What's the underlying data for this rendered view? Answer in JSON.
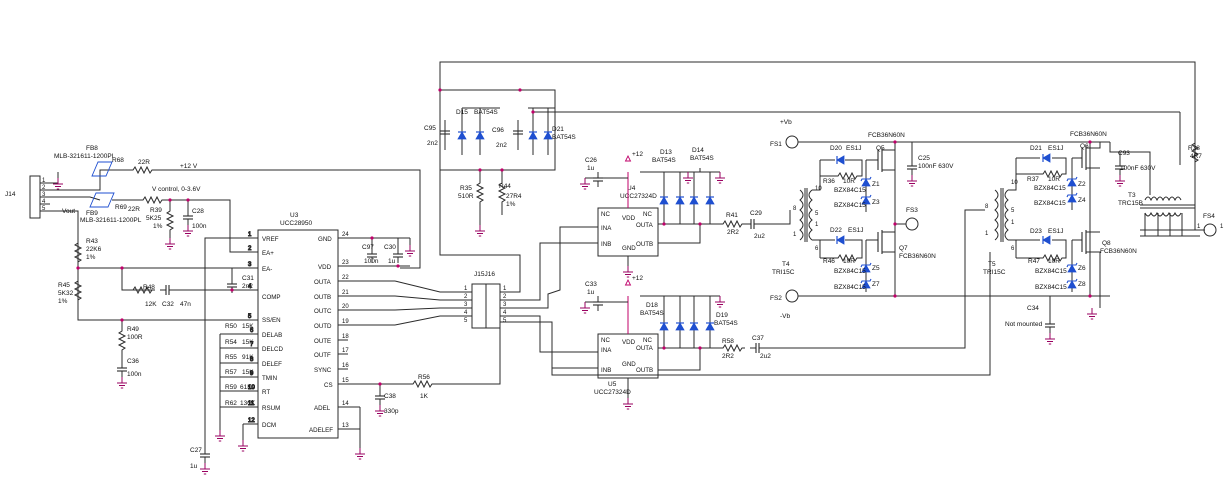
{
  "labels": {
    "J14": "J14",
    "FB8": "FB8",
    "FB8v": "MLB-321611-1200PL",
    "R68": "R68",
    "R68v": "22R",
    "p12_1": "+12 V",
    "FB9": "FB9",
    "FB9v": "MLB-321611-1200PL",
    "R69": "R69",
    "R69v": "22R",
    "vctrl": "V control, 0-3.6V",
    "vout": "Vout",
    "R39": "R39",
    "R39v": "5K25",
    "R39t": "1%",
    "C28": "C28",
    "C28v": "100n",
    "R43": "R43",
    "R43v": "22K6",
    "R43t": "1%",
    "R45": "R45",
    "R45v": "5K32",
    "R45t": "1%",
    "R48": "R48",
    "R48v": "12K",
    "C32": "C32",
    "C32v": "47n",
    "C31": "C31",
    "C31v": "2n2",
    "R49": "R49",
    "R49v": "100R",
    "C36": "C36",
    "C36v": "100n",
    "C27": "C27",
    "C27v": "1u",
    "U3": "U3",
    "U3v": "UCC28950",
    "u3_vref": "VREF",
    "u3_eap": "EA+",
    "u3_ean": "EA-",
    "u3_comp": "COMP",
    "u3_ss": "SS/EN",
    "u3_delab": "DELAB",
    "u3_delcd": "DELCD",
    "u3_delef": "DELEF",
    "u3_tmin": "TMIN",
    "u3_rt": "RT",
    "u3_rsum": "RSUM",
    "u3_dcm": "DCM",
    "u3_gnd": "GND",
    "u3_vdd": "VDD",
    "u3_outa": "OUTA",
    "u3_outb": "OUTB",
    "u3_outc": "OUTC",
    "u3_outd": "OUTD",
    "u3_oute": "OUTE",
    "u3_outf": "OUTF",
    "u3_sync": "SYNC",
    "u3_cs": "CS",
    "u3_adel": "ADEL",
    "u3_adelef": "ADELEF",
    "R50": "R50",
    "R50v": "15K",
    "R54": "R54",
    "R54v": "15K",
    "R55": "R55",
    "R55v": "91K",
    "R57": "R57",
    "R57v": "15K",
    "R59": "R59",
    "R59v": "61K9",
    "R62": "R62",
    "R62v": "130K",
    "C97": "C97",
    "C97v": "100n",
    "C30": "C30",
    "C30v": "1u",
    "C38": "C38",
    "C38v": "330p",
    "R56": "R56",
    "R56v": "1K",
    "J15J16": "J15J16",
    "C95": "C95",
    "C95v": "2n2",
    "D15": "D15",
    "D15v": "BAT54S",
    "C96": "C96",
    "C96v": "2n2",
    "D21a": "D21",
    "D21av": "BAT54S",
    "R35": "R35",
    "R35v": "510R",
    "R44": "R44",
    "R44v": "27R4",
    "R44t": "1%",
    "C26": "C26",
    "C26v": "1u",
    "p12_2": "+12",
    "D13": "D13",
    "D13v": "BAT54S",
    "D14": "D14",
    "D14v": "BAT54S",
    "U4": "U4",
    "U4v": "UCC27324D",
    "nc": "NC",
    "ina": "INA",
    "inb": "INB",
    "outa": "OUTA",
    "outb": "OUTB",
    "vdd": "VDD",
    "gnd": "GND",
    "R41": "R41",
    "R41v": "2R2",
    "C29": "C29",
    "C29v": "2u2",
    "C33": "C33",
    "C33v": "1u",
    "p12_3": "+12",
    "D18": "D18",
    "D18v": "BAT54S",
    "D19": "D19",
    "D19v": "BAT54S",
    "U5": "U5",
    "U5v": "UCC27324D",
    "R58": "R58",
    "R58v": "2R2",
    "C37": "C37",
    "C37v": "2u2",
    "T4": "T4",
    "T4v": "TRI15C",
    "T5": "T5",
    "T5v": "TRI15C",
    "FS1": "FS1",
    "vbp": "+Vb",
    "FS2": "FS2",
    "vbn": "-Vb",
    "FS3": "FS3",
    "FS4": "FS4",
    "D20": "D20",
    "D20v": "ES1J",
    "R36": "R36",
    "R36v": "10R",
    "Q5": "Q5",
    "Q5v": "FCB36N60N",
    "Z1": "Z1",
    "Z1v": "BZX84C15",
    "Z3": "Z3",
    "Z3v": "BZX84C15",
    "C25": "C25",
    "C25v": "100nF 630V",
    "D22": "D22",
    "D22v": "ES1J",
    "R46": "R46",
    "R46v": "10R",
    "Q7": "Q7",
    "Q7v": "FCB36N60N",
    "Z5": "Z5",
    "Z5v": "BZX84C15",
    "Z7": "Z7",
    "Z7v": "BZX84C15",
    "D21b": "D21",
    "D21bv": "ES1J",
    "R37": "R37",
    "R37v": "10R",
    "Q6": "Q6",
    "Q6v": "FCB36N60N",
    "Z2": "Z2",
    "Z2v": "BZX84C15",
    "Z4": "Z4",
    "Z4v": "BZX84C15",
    "C93": "C93",
    "C93v": "100nF 630V",
    "D23": "D23",
    "D23v": "ES1J",
    "R47": "R47",
    "R47v": "10R",
    "Q8": "Q8",
    "Q8v": "FCB36N60N",
    "Z6": "Z6",
    "Z6v": "BZX84C15",
    "Z8": "Z8",
    "Z8v": "BZX84C15",
    "C34": "C34",
    "C34v": "Not mounted",
    "T3": "T3",
    "T3v": "TRC15B",
    "R38": "R38",
    "R38v": "4R7"
  },
  "colors": {
    "wire": "#2b2b2b",
    "power": "#c0006a",
    "diode": "#1f4fd0",
    "ground": "#9a0060"
  }
}
